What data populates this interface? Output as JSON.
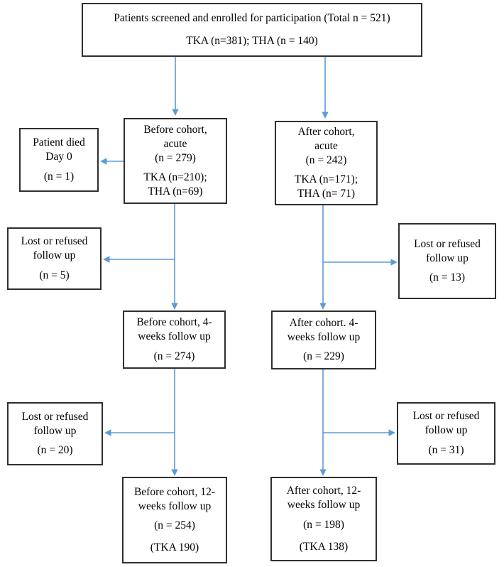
{
  "styles": {
    "arrow_color": "#5b9bd5",
    "box_border_color": "#2f2f2f",
    "background": "#ffffff",
    "text_color": "#000000"
  },
  "boxes": {
    "screened": {
      "lines": [
        "Patients screened and enrolled for participation (Total n = 521)",
        "TKA (n=381); THA (n = 140)"
      ]
    },
    "patient_died": {
      "lines": [
        "Patient died",
        "Day 0",
        "(n = 1)"
      ]
    },
    "before_acute": {
      "lines": [
        "Before cohort,",
        "acute",
        "(n = 279)",
        "TKA (n=210);",
        "THA (n=69)"
      ]
    },
    "after_acute": {
      "lines": [
        "After cohort,",
        "acute",
        "(n = 242)",
        "TKA (n=171);",
        "THA (n= 71)"
      ]
    },
    "lost_before_acute": {
      "lines": [
        "Lost or refused",
        "follow up",
        "(n = 5)"
      ]
    },
    "lost_after_acute": {
      "lines": [
        "Lost or refused",
        "follow up",
        "(n = 13)"
      ]
    },
    "before_4wk": {
      "lines": [
        "Before cohort, 4-",
        "weeks follow up",
        "(n = 274)"
      ]
    },
    "after_4wk": {
      "lines": [
        "After cohort.  4-",
        "weeks follow up",
        "(n = 229)"
      ]
    },
    "lost_before_4wk": {
      "lines": [
        "Lost or refused",
        "follow up",
        "(n = 20)"
      ]
    },
    "lost_after_4wk": {
      "lines": [
        "Lost or refused",
        "follow up",
        "(n = 31)"
      ]
    },
    "before_12wk": {
      "lines": [
        "Before cohort, 12-",
        "weeks follow up",
        "(n = 254)",
        "(TKA 190)"
      ]
    },
    "after_12wk": {
      "lines": [
        "After cohort, 12-",
        "weeks  follow up",
        "(n = 198)",
        "(TKA 138)"
      ]
    }
  }
}
